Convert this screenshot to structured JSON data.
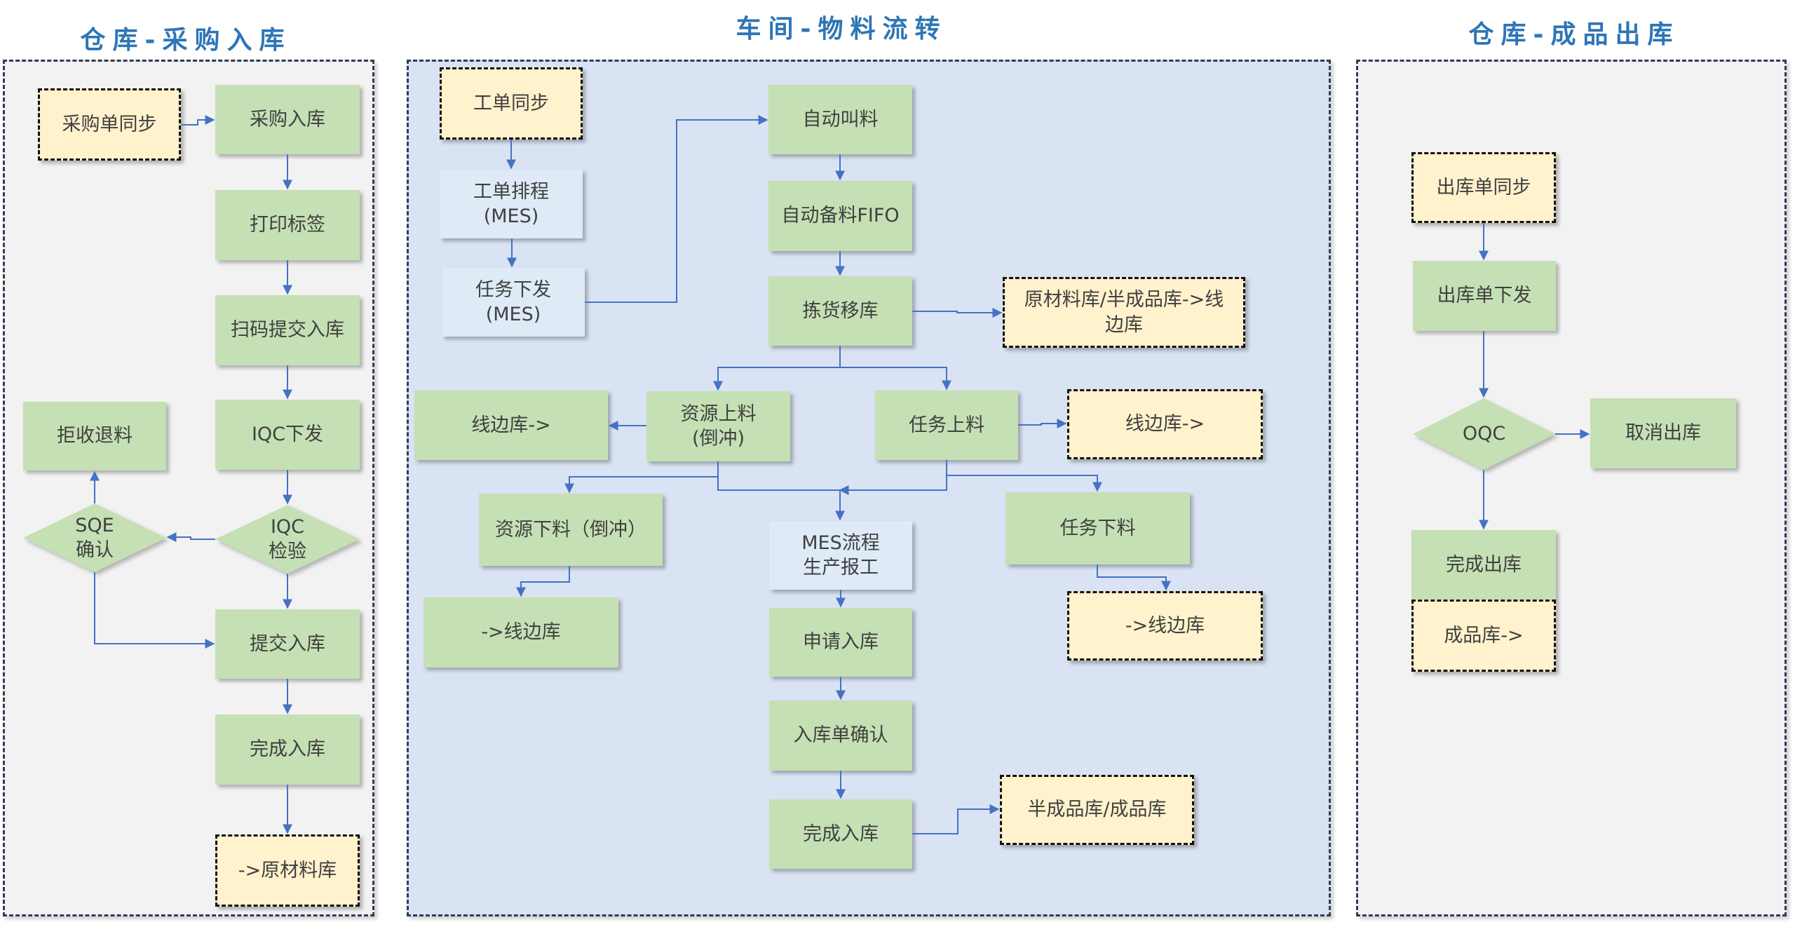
{
  "sections": {
    "purchase": {
      "title": "仓库-采购入库"
    },
    "workshop": {
      "title": "车间-物料流转"
    },
    "shipping": {
      "title": "仓库-成品出库"
    }
  },
  "purchase_nodes": {
    "po_sync": "采购单同步",
    "po_receive": "采购入库",
    "print_label": "打印标签",
    "scan_submit": "扫码提交入库",
    "iqc_issue": "IQC下发",
    "iqc_check": "IQC\n检验",
    "sqe_confirm": "SQE\n确认",
    "reject_return": "拒收退料",
    "submit_inbound": "提交入库",
    "complete_inbound": "完成入库",
    "to_raw_wh": "->原材料库"
  },
  "workshop_nodes": {
    "wo_sync": "工单同步",
    "wo_schedule": "工单排程\n(MES)",
    "task_issue": "任务下发\n(MES)",
    "auto_call": "自动叫料",
    "auto_prep": "自动备料FIFO",
    "pick_move": "拣货移库",
    "raw_semi_to_line": "原材料库/半成品库->线\n边库",
    "line_out_left": "线边库->",
    "res_feed": "资源上料\n(倒冲)",
    "task_feed": "任务上料",
    "line_out_right": "线边库->",
    "res_unload": "资源下料（倒冲）",
    "mes_report": "MES流程\n生产报工",
    "task_unload": "任务下料",
    "to_line_left": "->线边库",
    "to_line_right": "->线边库",
    "apply_inbound": "申请入库",
    "inbound_confirm": "入库单确认",
    "complete_inbound": "完成入库",
    "semi_finished_wh": "半成品库/成品库"
  },
  "shipping_nodes": {
    "so_sync": "出库单同步",
    "so_issue": "出库单下发",
    "oqc": "OQC",
    "cancel_out": "取消出库",
    "complete_out": "完成出库",
    "finished_wh_out": "成品库->"
  },
  "colors": {
    "process": "#c5e0b4",
    "mes_step": "#deebf7",
    "external": "#fff2cc",
    "workshop_bg": "#dae3f3",
    "warehouse_bg": "#f2f2f2",
    "connector": "#4472c4",
    "title": "#2e75b6"
  }
}
